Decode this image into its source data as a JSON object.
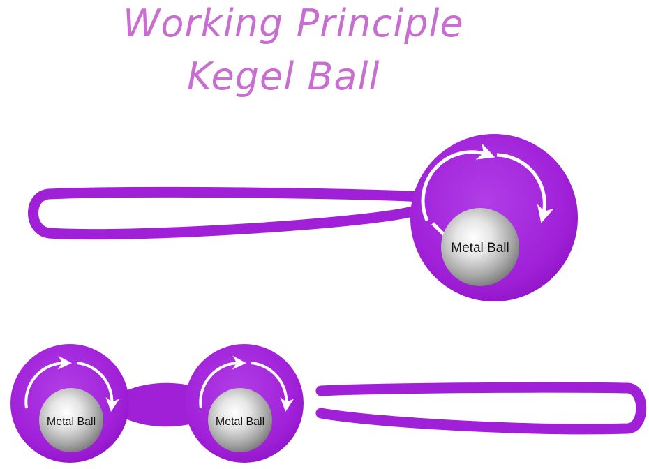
{
  "title": {
    "line1": "Working Principle",
    "line2": "Kegel Ball"
  },
  "labels": {
    "single_ball": "Metal Ball",
    "double_left_ball": "Metal Ball",
    "double_right_ball": "Metal Ball"
  },
  "colors": {
    "silicone": "#a020d8",
    "silicone_dark": "#8e12c4",
    "title": "#c86ed0",
    "arrow": "#ffffff",
    "metal_light": "#f2f2f2",
    "metal_dark": "#8a8a8a"
  },
  "icons": [
    "rotation-arrow-icon"
  ]
}
